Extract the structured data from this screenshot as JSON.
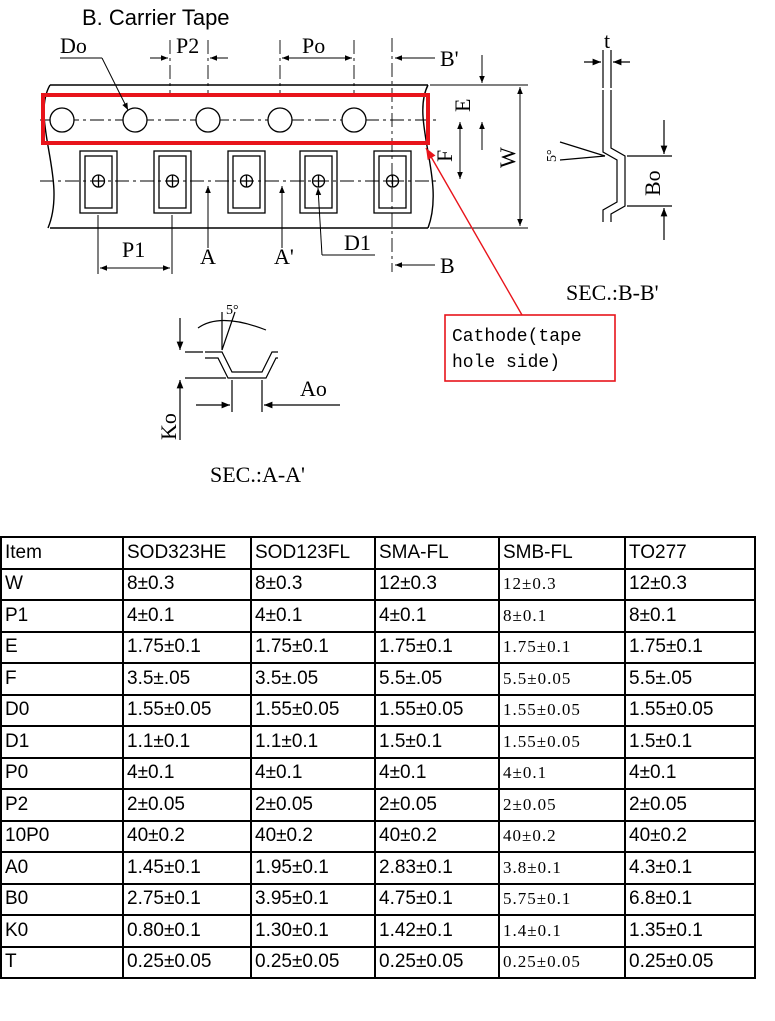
{
  "figure": {
    "title": "B. Carrier Tape",
    "labels": {
      "do": "Do",
      "p2": "P2",
      "po": "Po",
      "b_prime": "B'",
      "b": "B",
      "e": "E",
      "f": "F",
      "w": "W",
      "p1": "P1",
      "a": "A",
      "a_prime": "A'",
      "d1": "D1",
      "t": "t",
      "bo": "Bo",
      "five_deg": "5°",
      "ko": "Ko",
      "ao": "Ao",
      "sec_bb": "SEC.:B-B'",
      "sec_aa": "SEC.:A-A'"
    },
    "callout": {
      "line1": "Cathode(tape",
      "line2": "hole side)"
    },
    "highlight_color": "#e8141b"
  },
  "table": {
    "header": [
      "Item",
      "SOD323HE",
      "SOD123FL",
      "SMA-FL",
      "SMB-FL",
      "TO277"
    ],
    "rows": [
      [
        "W",
        "8±0.3",
        "8±0.3",
        "12±0.3",
        "12±0.3",
        "12±0.3"
      ],
      [
        "P1",
        "4±0.1",
        "4±0.1",
        "4±0.1",
        "8±0.1",
        "8±0.1"
      ],
      [
        "E",
        "1.75±0.1",
        "1.75±0.1",
        "1.75±0.1",
        "1.75±0.1",
        "1.75±0.1"
      ],
      [
        "F",
        "3.5±.05",
        "3.5±.05",
        "5.5±.05",
        "5.5±0.05",
        "5.5±.05"
      ],
      [
        "D0",
        "1.55±0.05",
        "1.55±0.05",
        "1.55±0.05",
        "1.55±0.05",
        "1.55±0.05"
      ],
      [
        "D1",
        "1.1±0.1",
        "1.1±0.1",
        "1.5±0.1",
        "1.55±0.05",
        "1.5±0.1"
      ],
      [
        "P0",
        "4±0.1",
        "4±0.1",
        "4±0.1",
        "4±0.1",
        "4±0.1"
      ],
      [
        "P2",
        "2±0.05",
        "2±0.05",
        "2±0.05",
        "2±0.05",
        "2±0.05"
      ],
      [
        "10P0",
        "40±0.2",
        "40±0.2",
        "40±0.2",
        "40±0.2",
        "40±0.2"
      ],
      [
        "A0",
        "1.45±0.1",
        "1.95±0.1",
        "2.83±0.1",
        "3.8±0.1",
        "4.3±0.1"
      ],
      [
        "B0",
        "2.75±0.1",
        "3.95±0.1",
        "4.75±0.1",
        "5.75±0.1",
        "6.8±0.1"
      ],
      [
        "K0",
        "0.80±0.1",
        "1.30±0.1",
        "1.42±0.1",
        "1.4±0.1",
        "1.35±0.1"
      ],
      [
        "T",
        "0.25±0.05",
        "0.25±0.05",
        "0.25±0.05",
        "0.25±0.05",
        "0.25±0.05"
      ]
    ]
  }
}
